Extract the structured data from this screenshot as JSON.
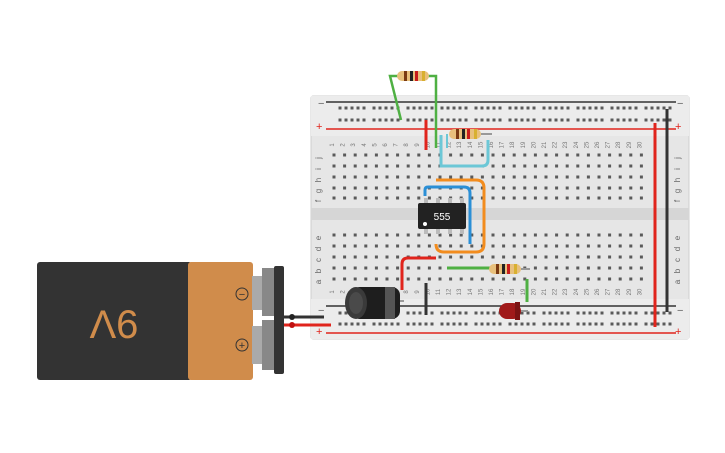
{
  "battery": {
    "label": "9V",
    "minus": "−",
    "plus": "+",
    "body_color": "#333333",
    "label_color": "#d08c4b"
  },
  "breadboard": {
    "rail_top_minus": "−",
    "rail_top_plus": "+",
    "rail_bottom_minus": "−",
    "rail_bottom_plus": "+",
    "row_labels_top": [
      "j",
      "i",
      "h",
      "g",
      "f"
    ],
    "row_labels_bottom": [
      "e",
      "d",
      "c",
      "b",
      "a"
    ],
    "columns": [
      "1",
      "2",
      "3",
      "4",
      "5",
      "6",
      "7",
      "8",
      "9",
      "10",
      "11",
      "12",
      "13",
      "14",
      "15",
      "16",
      "17",
      "18",
      "19",
      "20",
      "21",
      "22",
      "23",
      "24",
      "25",
      "26",
      "27",
      "28",
      "29",
      "30"
    ]
  },
  "ic": {
    "label": "555",
    "color": "#222222"
  },
  "colors": {
    "wire_red": "#e0241c",
    "wire_black": "#333333",
    "wire_green": "#4fb043",
    "wire_orange": "#f28c1e",
    "wire_blue": "#2a8fd6",
    "wire_cyan": "#6cc7d6",
    "led": "#a01919",
    "resistor": "#e8c07c"
  }
}
